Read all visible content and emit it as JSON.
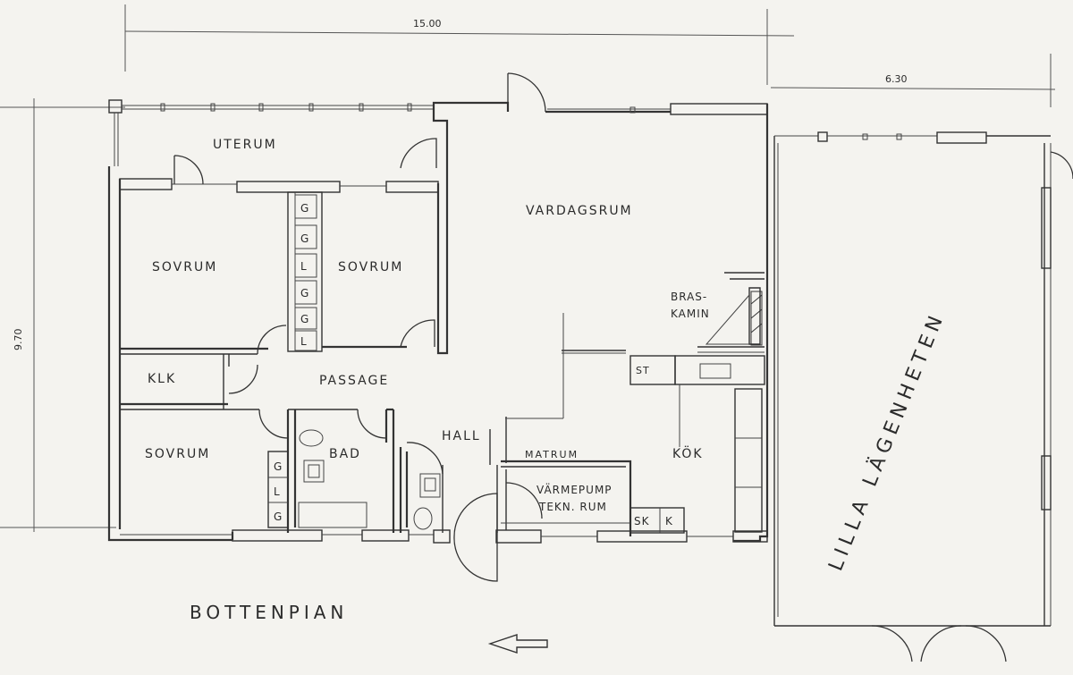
{
  "dimensions": {
    "width_main": "15.00",
    "width_annex": "6.30",
    "depth": "9.70"
  },
  "rooms": {
    "uterum": "UTERUM",
    "vardagsrum": "VARDAGSRUM",
    "sovrum_1": "SOVRUM",
    "sovrum_2": "SOVRUM",
    "sovrum_3": "SOVRUM",
    "klk": "KLK",
    "passage": "PASSAGE",
    "bad": "BAD",
    "hall": "HALL",
    "matrum": "MATRUM",
    "varmepump_1": "VÄRMEPUMP",
    "varmepump_2": "TEKN. RUM",
    "kok": "KÖK",
    "braskamin_1": "BRAS-",
    "braskamin_2": "KAMIN",
    "lilla_lagenheten": "LILLA LÄGENHETEN"
  },
  "fixtures": {
    "wardrobe_codes_1": [
      "G",
      "G",
      "L",
      "G",
      "G",
      "L"
    ],
    "wardrobe_codes_2": [
      "G",
      "L",
      "G"
    ],
    "st": "ST",
    "sk": "SK",
    "k": "K"
  },
  "title": "BOTTENPIAN"
}
